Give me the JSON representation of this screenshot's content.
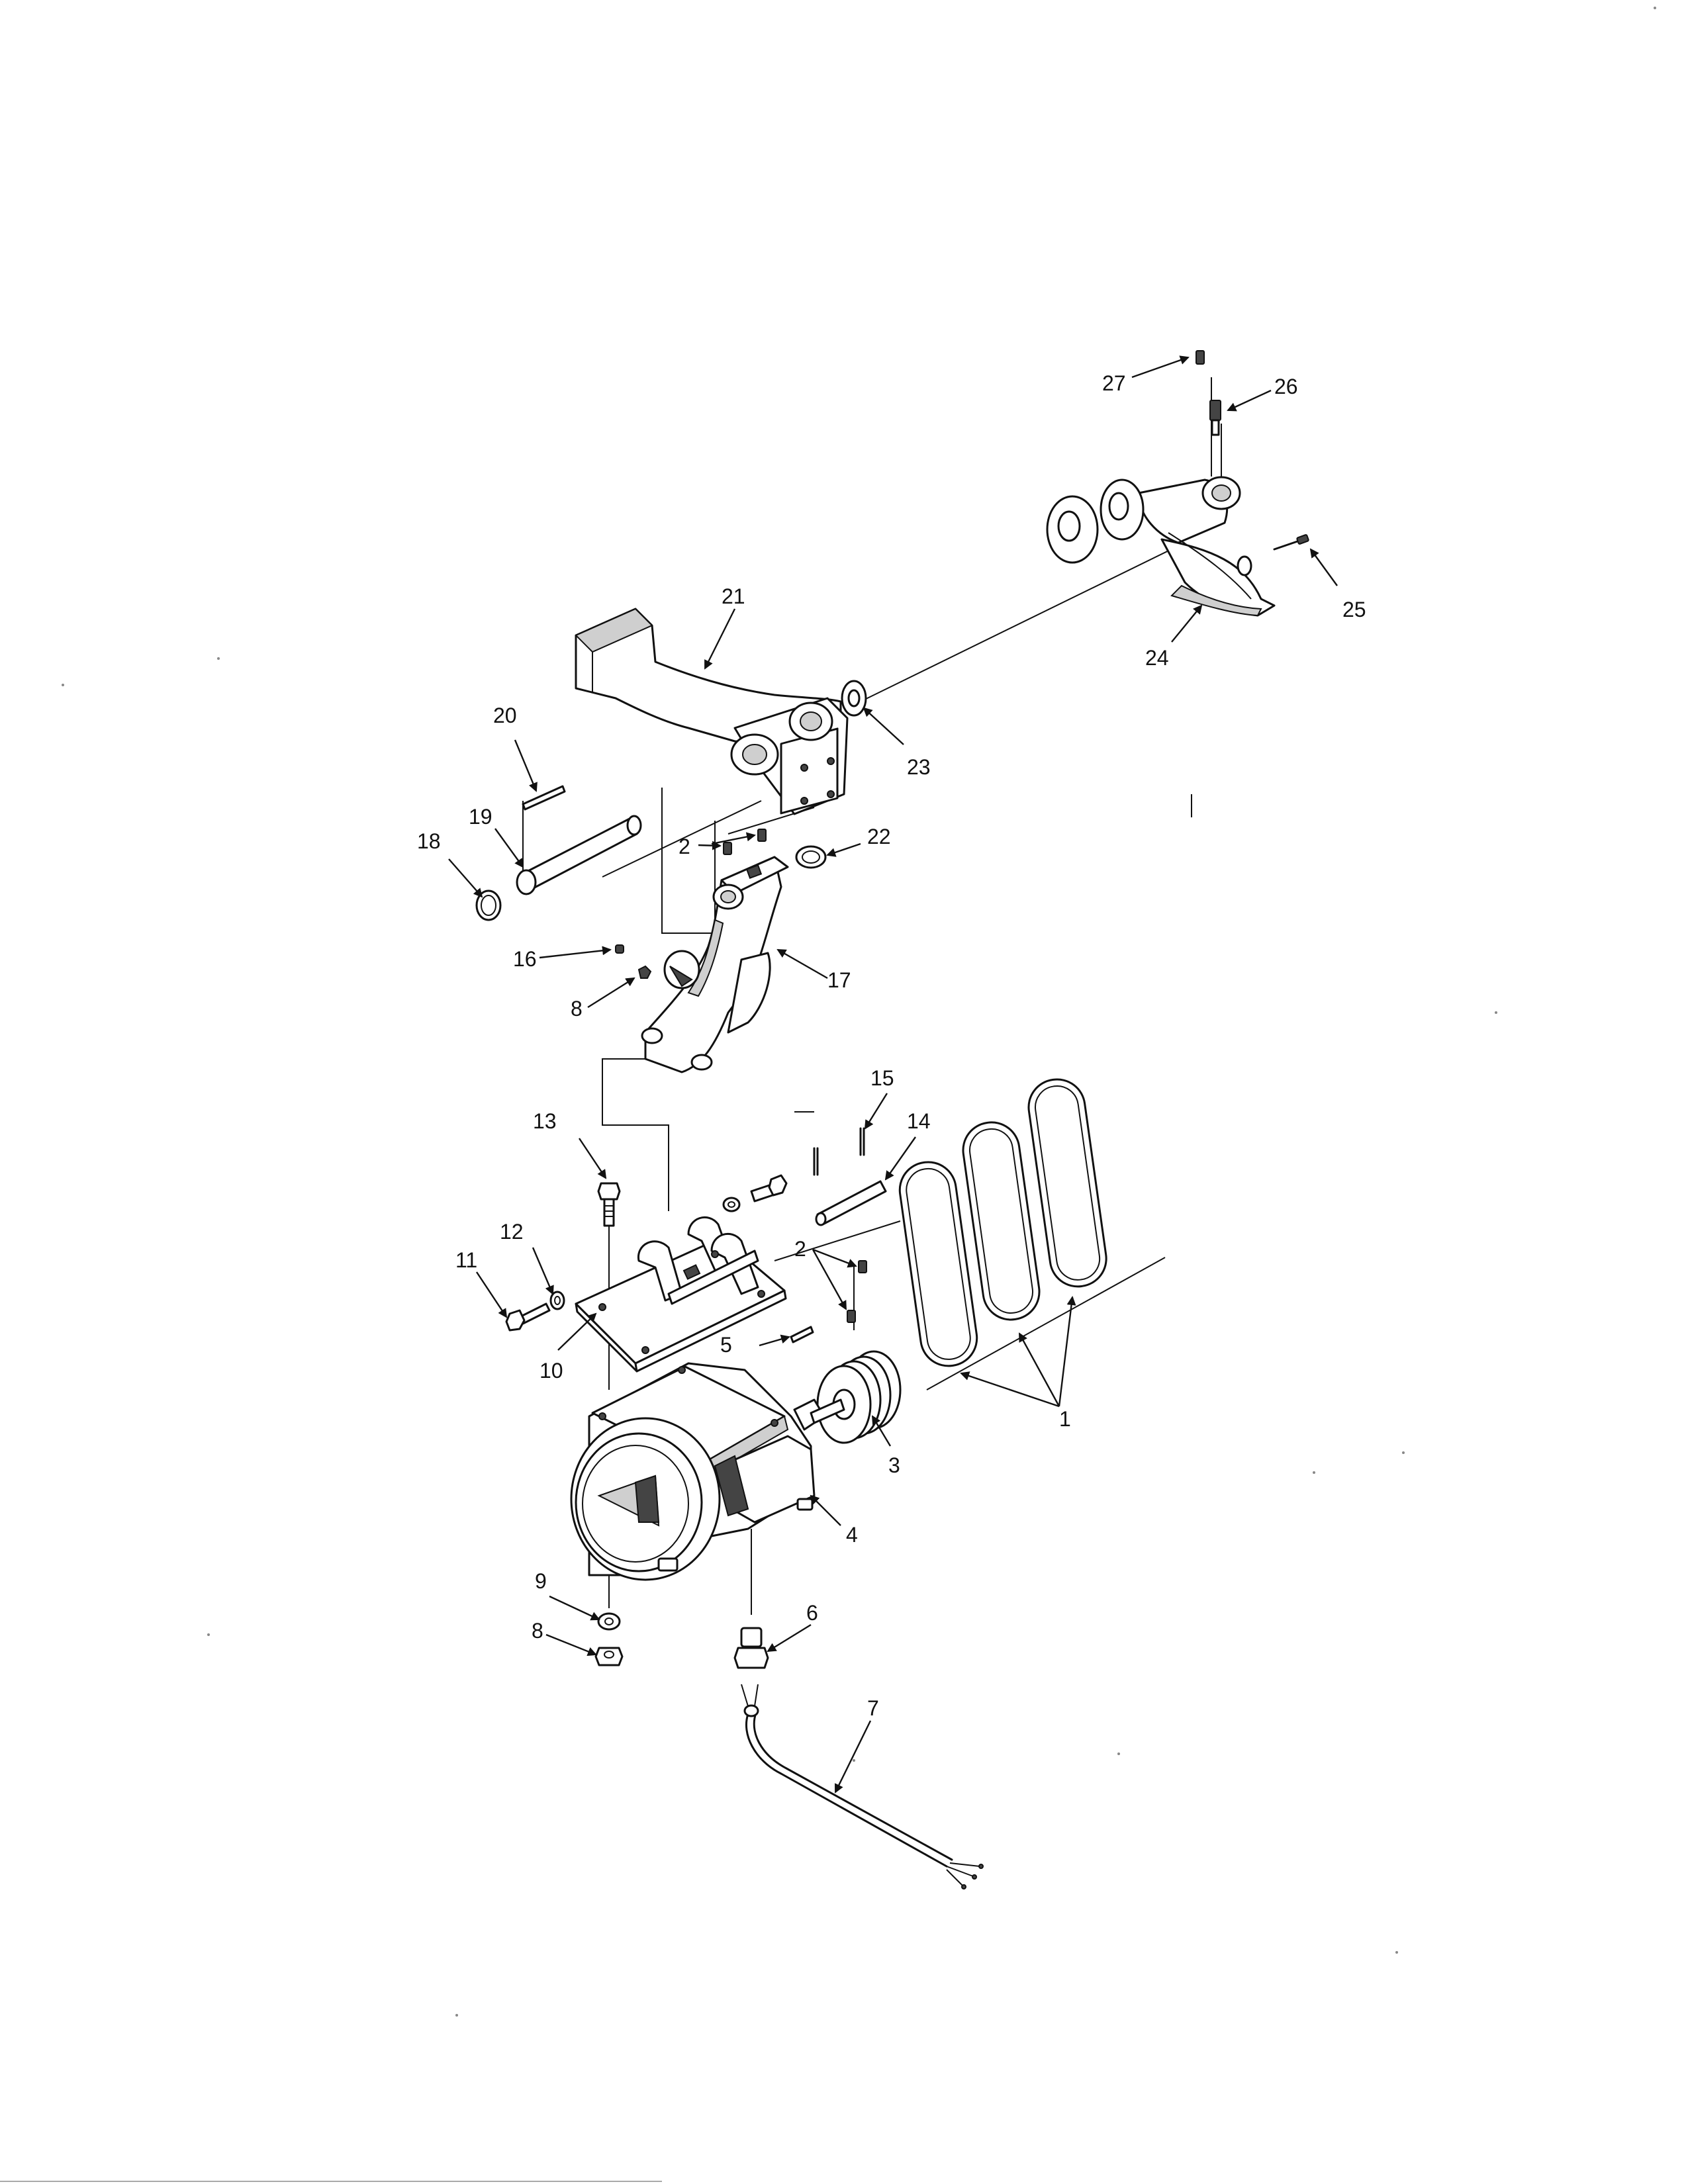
{
  "callouts": [
    {
      "id": "c27",
      "label": "27"
    },
    {
      "id": "c26",
      "label": "26"
    },
    {
      "id": "c25",
      "label": "25"
    },
    {
      "id": "c24",
      "label": "24"
    },
    {
      "id": "c23",
      "label": "23"
    },
    {
      "id": "c22",
      "label": "22"
    },
    {
      "id": "c21",
      "label": "21"
    },
    {
      "id": "c20",
      "label": "20"
    },
    {
      "id": "c19",
      "label": "19"
    },
    {
      "id": "c18",
      "label": "18"
    },
    {
      "id": "c17",
      "label": "17"
    },
    {
      "id": "c16",
      "label": "16"
    },
    {
      "id": "c15",
      "label": "15"
    },
    {
      "id": "c14",
      "label": "14"
    },
    {
      "id": "c13",
      "label": "13"
    },
    {
      "id": "c12",
      "label": "12"
    },
    {
      "id": "c11",
      "label": "11"
    },
    {
      "id": "c10",
      "label": "10"
    },
    {
      "id": "c9",
      "label": "9"
    },
    {
      "id": "c8a",
      "label": "8"
    },
    {
      "id": "c8b",
      "label": "8"
    },
    {
      "id": "c7",
      "label": "7"
    },
    {
      "id": "c6",
      "label": "6"
    },
    {
      "id": "c5",
      "label": "5"
    },
    {
      "id": "c4",
      "label": "4"
    },
    {
      "id": "c3",
      "label": "3"
    },
    {
      "id": "c2a",
      "label": "2"
    },
    {
      "id": "c2b",
      "label": "2"
    },
    {
      "id": "c1",
      "label": "1"
    }
  ]
}
